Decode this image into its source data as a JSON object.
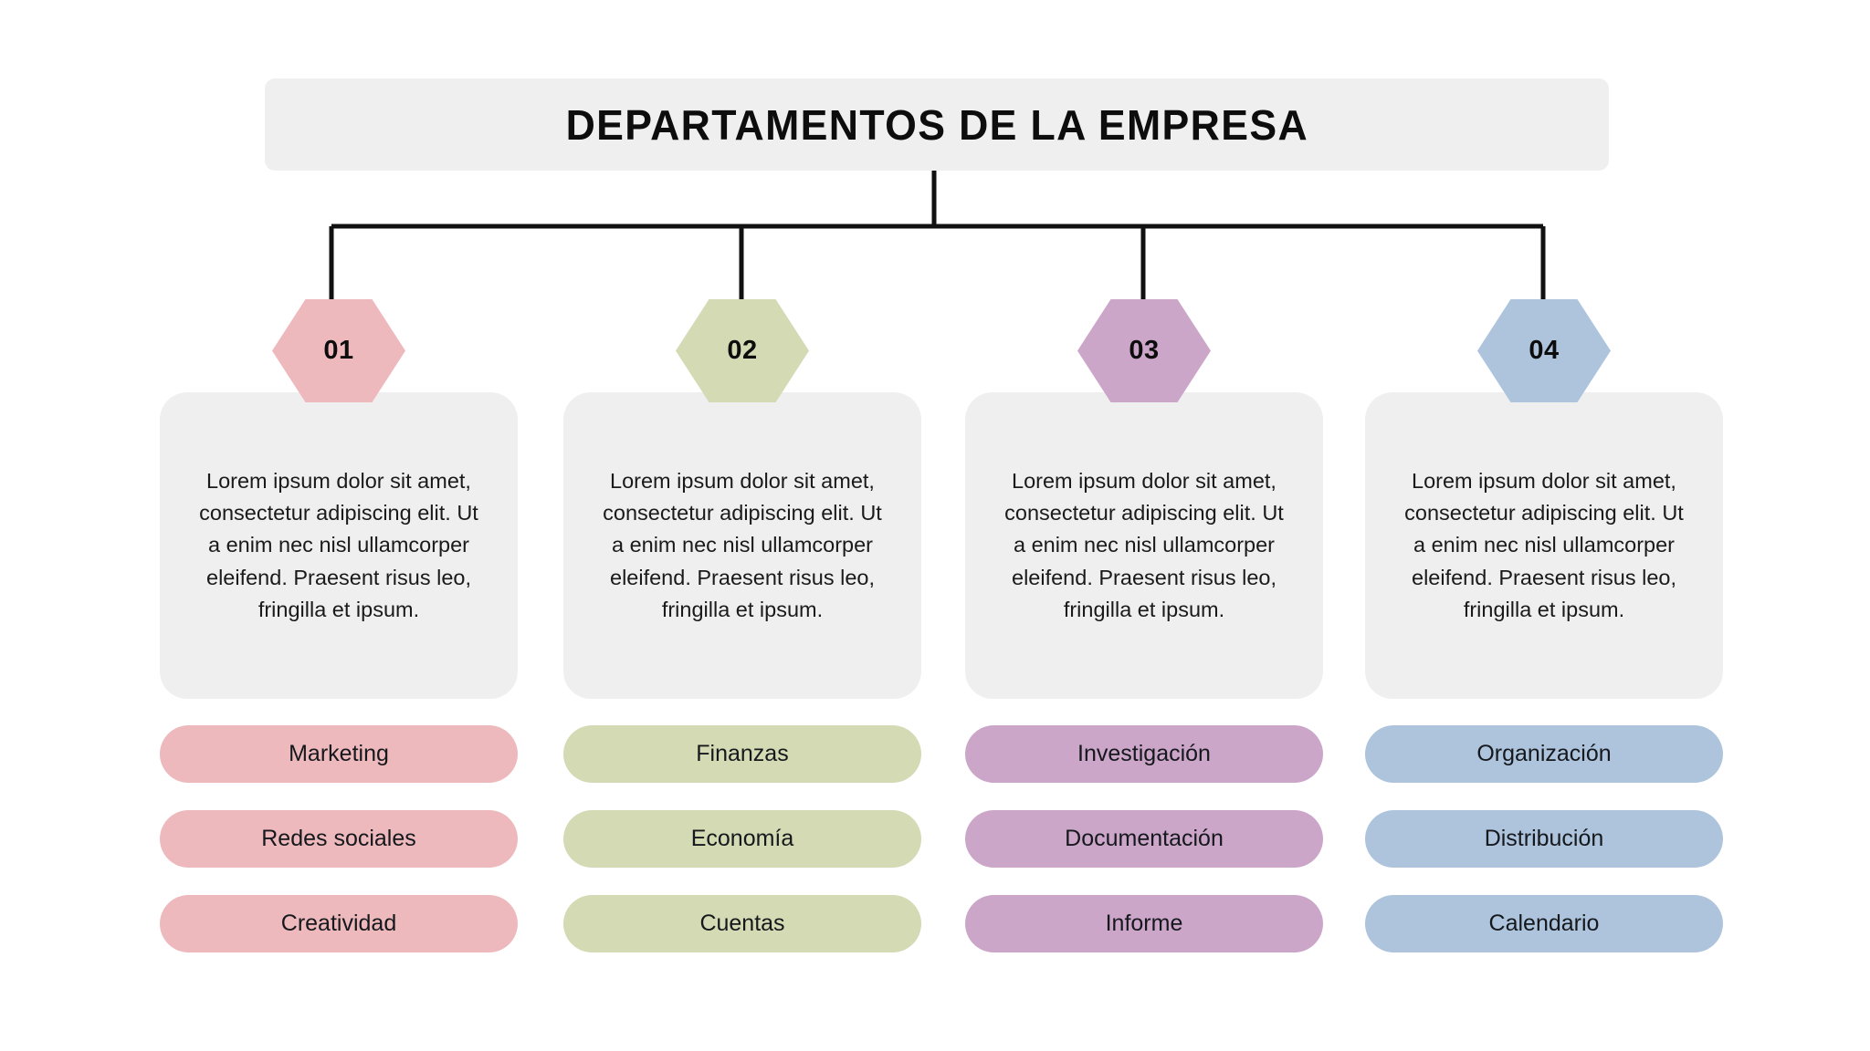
{
  "header": {
    "title": "DEPARTAMENTOS DE LA EMPRESA",
    "background": "#efefef"
  },
  "connectors": {
    "color": "#111111",
    "stroke_width": 5
  },
  "shared": {
    "body_text": "Lorem ipsum dolor sit amet, consectetur adipiscing elit. Ut a enim nec nisl ullamcorper eleifend. Praesent risus leo, fringilla et ipsum.",
    "card_background": "#efefef"
  },
  "columns": [
    {
      "number": "01",
      "color": "#eeb9bd",
      "body": "Lorem ipsum dolor sit amet, consectetur adipiscing elit. Ut a enim nec nisl ullamcorper eleifend. Praesent risus leo, fringilla et ipsum.",
      "items": [
        "Marketing",
        "Redes sociales",
        "Creatividad"
      ]
    },
    {
      "number": "02",
      "color": "#d4dab3",
      "body": "Lorem ipsum dolor sit amet, consectetur adipiscing elit. Ut a enim nec nisl ullamcorper eleifend. Praesent risus leo, fringilla et ipsum.",
      "items": [
        "Finanzas",
        "Economía",
        "Cuentas"
      ]
    },
    {
      "number": "03",
      "color": "#cba6c9",
      "body": "Lorem ipsum dolor sit amet, consectetur adipiscing elit. Ut a enim nec nisl ullamcorper eleifend. Praesent risus leo, fringilla et ipsum.",
      "items": [
        "Investigación",
        "Documentación",
        "Informe"
      ]
    },
    {
      "number": "04",
      "color": "#aec4dc",
      "body": "Lorem ipsum dolor sit amet, consectetur adipiscing elit. Ut a enim nec nisl ullamcorper eleifend. Praesent risus leo, fringilla et ipsum.",
      "items": [
        "Organización",
        "Distribución",
        "Calendario"
      ]
    }
  ]
}
